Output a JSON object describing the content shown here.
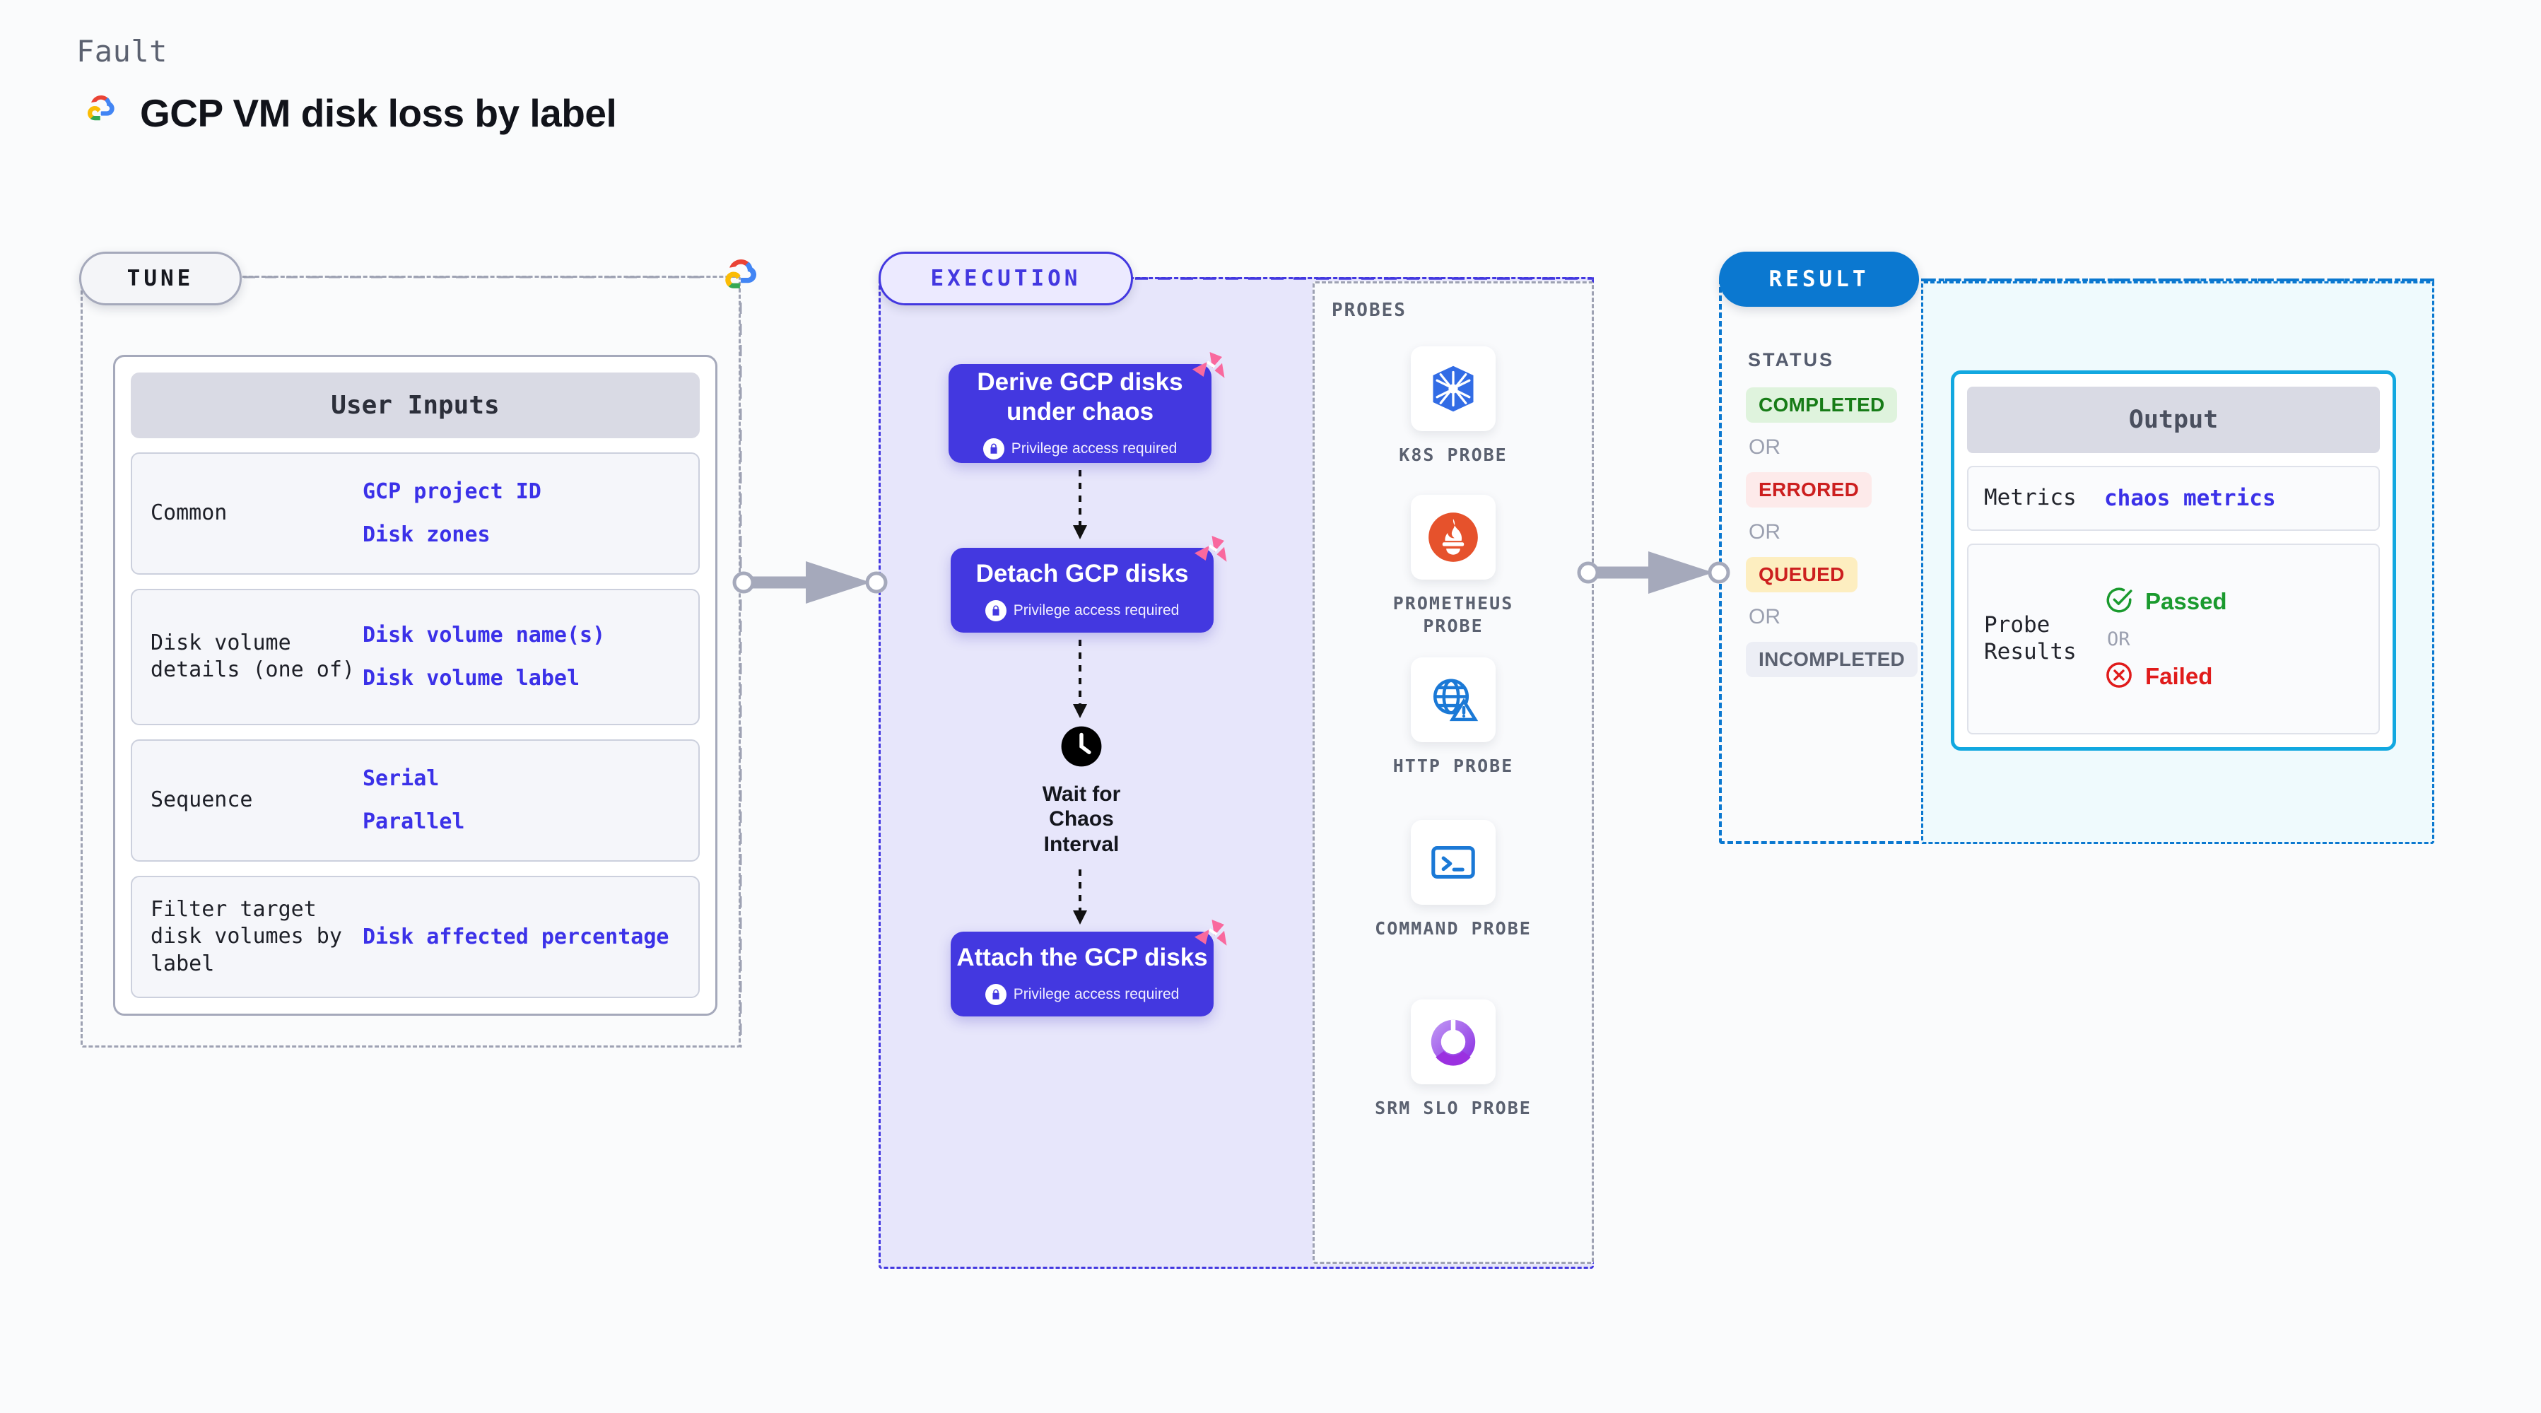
{
  "header": {
    "eyebrow": "Fault",
    "title": "GCP VM disk loss by label",
    "logo_icon": "gcp-logo-icon"
  },
  "stages": {
    "tune": "TUNE",
    "execution": "EXECUTION",
    "result": "RESULT"
  },
  "tune": {
    "card_title": "User Inputs",
    "rows": [
      {
        "label": "Common",
        "values": [
          "GCP project ID",
          "Disk zones"
        ]
      },
      {
        "label": "Disk volume details (one of)",
        "values": [
          "Disk volume name(s)",
          "Disk volume label"
        ]
      },
      {
        "label": "Sequence",
        "values": [
          "Serial",
          "Parallel"
        ]
      },
      {
        "label": "Filter target disk volumes by label",
        "values": [
          "Disk affected percentage"
        ]
      }
    ]
  },
  "execution": {
    "privilege_note": "Privilege access required",
    "steps": [
      {
        "title": "Derive GCP disks under chaos",
        "privileged": "Privilege access required",
        "badge_icon": "chaos-badge-icon"
      },
      {
        "title": "Detach GCP disks",
        "privileged": "Privilege access required",
        "badge_icon": "chaos-badge-icon"
      },
      {
        "title": "Attach the GCP disks",
        "privileged": "Privilege access required",
        "badge_icon": "chaos-badge-icon"
      }
    ],
    "wait_node": {
      "label": "Wait for Chaos Interval",
      "icon": "clock-icon"
    }
  },
  "probes": {
    "title": "PROBES",
    "items": [
      {
        "label": "K8S PROBE",
        "icon": "kubernetes-icon"
      },
      {
        "label": "PROMETHEUS PROBE",
        "icon": "prometheus-icon"
      },
      {
        "label": "HTTP PROBE",
        "icon": "globe-warning-icon"
      },
      {
        "label": "COMMAND PROBE",
        "icon": "terminal-icon"
      },
      {
        "label": "SRM SLO PROBE",
        "icon": "srm-slo-icon"
      }
    ]
  },
  "result": {
    "status_title": "STATUS",
    "or_label": "OR",
    "statuses": [
      {
        "label": "COMPLETED",
        "bg": "#dff3dd",
        "fg": "#177c17"
      },
      {
        "label": "ERRORED",
        "bg": "#fdeaea",
        "fg": "#cc1f1f"
      },
      {
        "label": "QUEUED",
        "bg": "#fdeec0",
        "fg": "#cc1f1f"
      },
      {
        "label": "INCOMPLETED",
        "bg": "#eceef5",
        "fg": "#5b6170"
      }
    ]
  },
  "output": {
    "card_title": "Output",
    "metrics_label": "Metrics",
    "metrics_value": "chaos metrics",
    "probe_results_label": "Probe Results",
    "or_label": "OR",
    "passed_label": "Passed",
    "failed_label": "Failed",
    "passed_color": "#1a9a2e",
    "failed_color": "#e01b1b",
    "passed_icon": "check-circle-icon",
    "failed_icon": "x-circle-icon"
  },
  "colors": {
    "accent_purple": "#4338e0",
    "accent_blue": "#0b78d0",
    "accent_cyan": "#12a8e0",
    "link_purple": "#3b31e8"
  }
}
